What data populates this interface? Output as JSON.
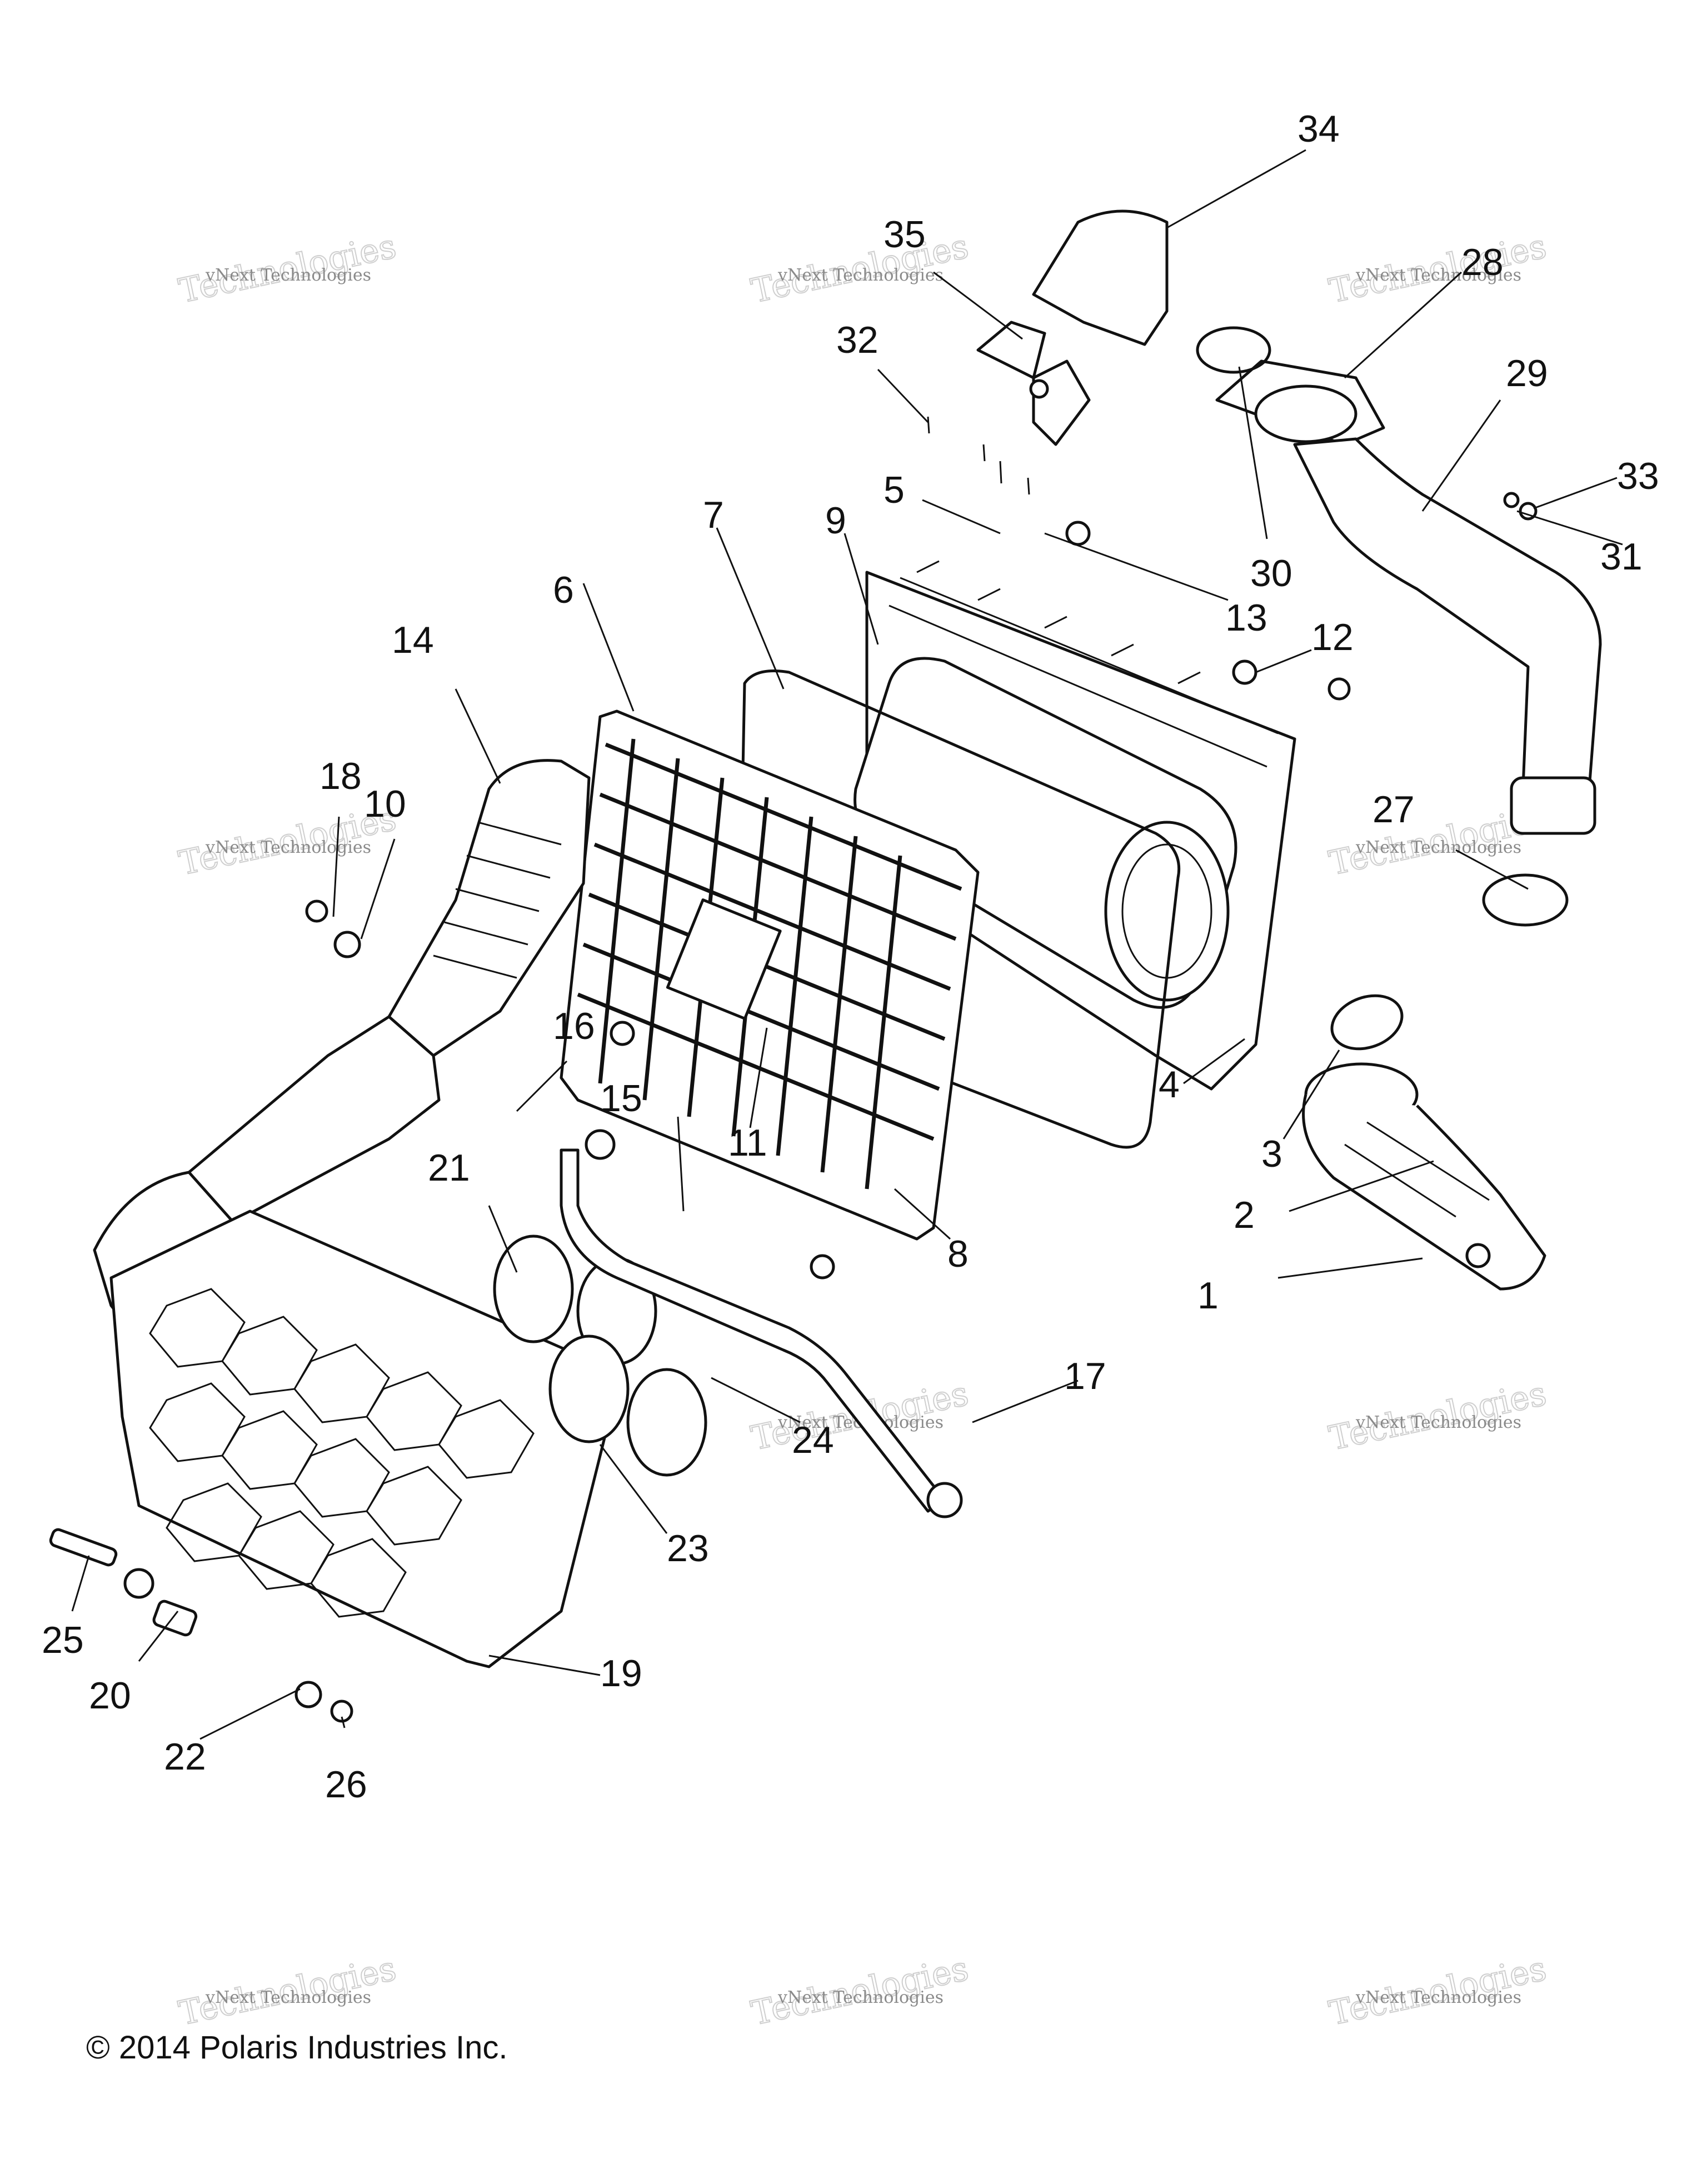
{
  "copyright": "© 2014 Polaris Industries Inc.",
  "watermark": {
    "line1": "vNext Technologies",
    "line2": "Technologies"
  },
  "callouts": [
    "1",
    "2",
    "3",
    "4",
    "5",
    "6",
    "7",
    "8",
    "9",
    "10",
    "11",
    "12",
    "13",
    "14",
    "15",
    "16",
    "17",
    "18",
    "19",
    "20",
    "21",
    "22",
    "23",
    "24",
    "25",
    "26",
    "27",
    "28",
    "29",
    "30",
    "31",
    "32",
    "33",
    "34",
    "35"
  ]
}
